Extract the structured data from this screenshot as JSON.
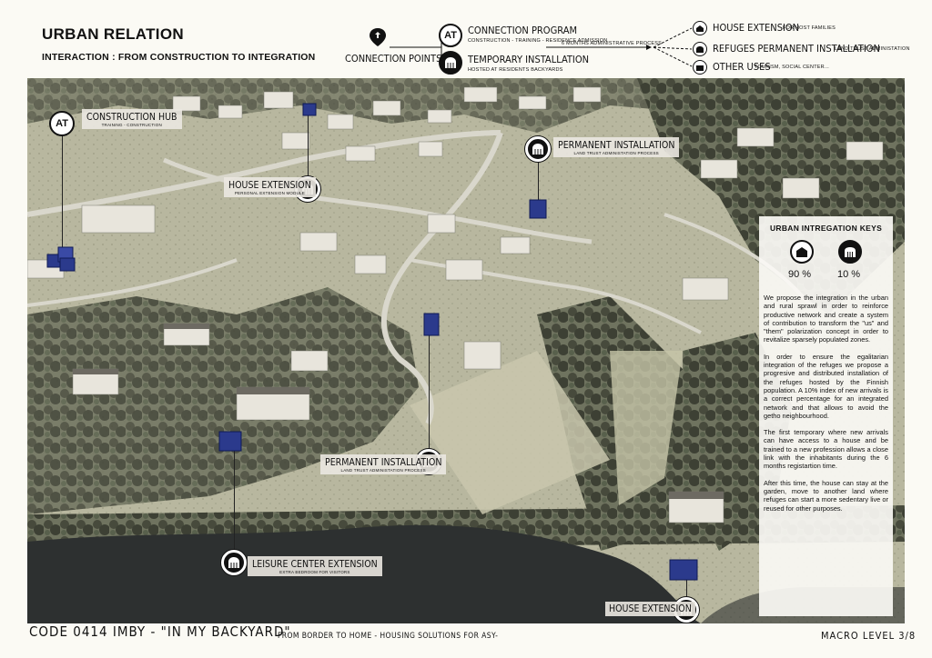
{
  "header": {
    "title": "URBAN RELATION",
    "subtitle": "INTERACTION : FROM CONSTRUCTION TO INTEGRATION"
  },
  "legend": {
    "connection_points": "CONNECTION POINTS",
    "connection_program_title": "CONNECTION PROGRAM",
    "connection_program_sub": "CONSTRUCTION - TRAINING - RESIDENCE ADMISSION",
    "temporary_title": "TEMPORARY INSTALLATION",
    "temporary_sub": "HOSTED AT RESIDENTS BACKYARDS",
    "arrow_note": "6 MONTHS ADMINISTRATIVE PROCESS",
    "house_extension": "HOUSE EXTENSION",
    "house_extension_sub": "FOR HOST FAMILIES",
    "refuges_installation": "REFUGES PERMANENT INSTALLATION",
    "refuges_installation_sub": "LAND TRUST ADMINISTATION",
    "other_uses": "OTHER USES",
    "other_uses_sub": "TOURISM, SOCIAL CENTER...",
    "at_symbol": "AT"
  },
  "map_labels": {
    "construction_hub": {
      "title": "CONSTRUCTION HUB",
      "sub": "TRAINING - CONSTRUCTION"
    },
    "house_extension_top": {
      "title": "HOUSE EXTENSION",
      "sub": "PERSONAL EXTENSION MODULE"
    },
    "permanent_top": {
      "title": "PERMANENT INSTALLATION",
      "sub": "LAND TRUST ADMINISTATION PROCESS"
    },
    "permanent_center": {
      "title": "PERMANENT INSTALLATION",
      "sub": "LAND TRUST ADMINISTATION PROCESS"
    },
    "leisure_center": {
      "title": "LEISURE CENTER EXTENSION",
      "sub": "EXTRA BEDROOM FOR VISITORS"
    },
    "house_extension_bottom": {
      "title": "HOUSE EXTENSION"
    }
  },
  "keys": {
    "heading": "URBAN INTREGATION KEYS",
    "pct_host": "90 %",
    "pct_temp": "10 %",
    "p1": "We propose the integration in the urban and rural sprawl in order to reinforce productive network and create a system of contribution to transform the \"us\" and \"them\" polarization concept in order to revitalize sparsely populated zones.",
    "p2": "In order to ensure the egalitarian integration of the refuges we propose a progresive and distributed installation of the refuges hosted by the Finnish population. A 10% index of new arrivals is a correct percentage for an integrated network and that allows to avoid the getho neighbourhood.",
    "p3": "The first temporary where new arrivals can have access to a house and be trained to a new profession allows a close link with the inhabitants during the 6 months registartion time.",
    "p4": "After this time, the house can stay at the garden, move to another land where refuges can start a more sedentary live or reused for other purposes."
  },
  "footer": {
    "code": "CODE 0414 IMBY - \"IN MY BACKYARD\"",
    "project": "FROM BORDER TO HOME - HOUSING SOLUTIONS FOR ASY-",
    "level": "MACRO LEVEL 3/8"
  },
  "colors": {
    "background": "#fbfaf4",
    "module_blue": "#2b3a8c",
    "water": "#2d3030",
    "map_tint": "#8c8f7a"
  }
}
